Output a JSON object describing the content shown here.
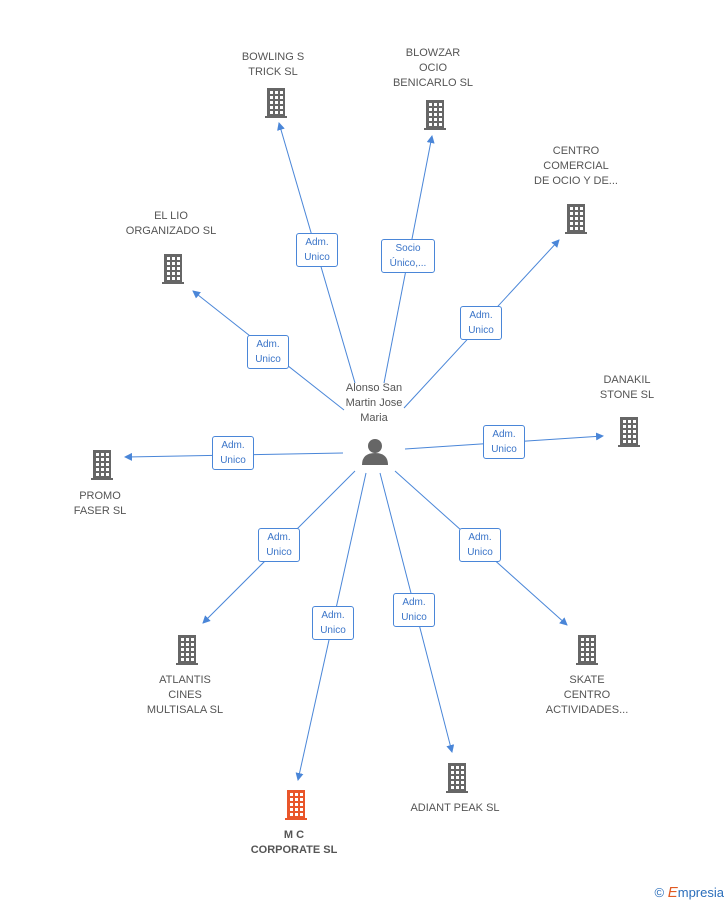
{
  "colors": {
    "edge": "#4a86d8",
    "building": "#666666",
    "highlight": "#e9562a",
    "person": "#666666"
  },
  "center": {
    "label": "Alonso San\nMartin Jose\nMaria",
    "icon": "person-icon"
  },
  "nodes": [
    {
      "id": "bowling",
      "label": "BOWLING S\nTRICK SL",
      "icon": "building-icon"
    },
    {
      "id": "blowzar",
      "label": "BLOWZAR\nOCIO\nBENICARLO SL",
      "icon": "building-icon"
    },
    {
      "id": "centro",
      "label": "CENTRO\nCOMERCIAL\nDE OCIO Y DE...",
      "icon": "building-icon"
    },
    {
      "id": "ellio",
      "label": "EL LIO\nORGANIZADO SL",
      "icon": "building-icon"
    },
    {
      "id": "danakil",
      "label": "DANAKIL\nSTONE SL",
      "icon": "building-icon"
    },
    {
      "id": "promo",
      "label": "PROMO\nFASER SL",
      "icon": "building-icon"
    },
    {
      "id": "atlantis",
      "label": "ATLANTIS\nCINES\nMULTISALA SL",
      "icon": "building-icon"
    },
    {
      "id": "skate",
      "label": "SKATE\nCENTRO\nACTIVIDADES...",
      "icon": "building-icon"
    },
    {
      "id": "mc",
      "label": "M C\nCORPORATE SL",
      "icon": "building-icon",
      "highlight": true
    },
    {
      "id": "adiant",
      "label": "ADIANT PEAK SL",
      "icon": "building-icon"
    }
  ],
  "edges": [
    {
      "to": "bowling",
      "label": "Adm.\nUnico"
    },
    {
      "to": "blowzar",
      "label": "Socio\nÚnico,..."
    },
    {
      "to": "centro",
      "label": "Adm.\nUnico"
    },
    {
      "to": "ellio",
      "label": "Adm.\nUnico"
    },
    {
      "to": "danakil",
      "label": "Adm.\nUnico"
    },
    {
      "to": "promo",
      "label": "Adm.\nUnico"
    },
    {
      "to": "atlantis",
      "label": "Adm.\nUnico"
    },
    {
      "to": "skate",
      "label": "Adm.\nUnico"
    },
    {
      "to": "mc",
      "label": "Adm.\nUnico"
    },
    {
      "to": "adiant",
      "label": "Adm.\nUnico"
    }
  ],
  "footer": {
    "copyright": "©",
    "brand_initial": "E",
    "brand_rest": "mpresia"
  }
}
